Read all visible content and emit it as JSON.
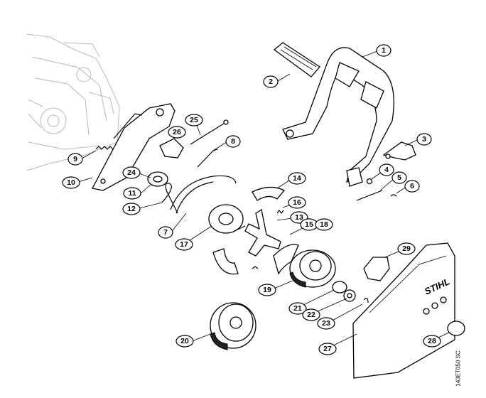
{
  "diagram": {
    "drawing_code": "143ET050 SC",
    "brand": "STIHL",
    "callouts": [
      {
        "id": "c1",
        "label": "1"
      },
      {
        "id": "c2",
        "label": "2"
      },
      {
        "id": "c3",
        "label": "3"
      },
      {
        "id": "c4",
        "label": "4"
      },
      {
        "id": "c5",
        "label": "5"
      },
      {
        "id": "c6",
        "label": "6"
      },
      {
        "id": "c7",
        "label": "7"
      },
      {
        "id": "c8",
        "label": "8"
      },
      {
        "id": "c9",
        "label": "9"
      },
      {
        "id": "c10",
        "label": "10"
      },
      {
        "id": "c11",
        "label": "11"
      },
      {
        "id": "c12",
        "label": "12"
      },
      {
        "id": "c13",
        "label": "13"
      },
      {
        "id": "c14",
        "label": "14"
      },
      {
        "id": "c15",
        "label": "15"
      },
      {
        "id": "c16",
        "label": "16"
      },
      {
        "id": "c17",
        "label": "17"
      },
      {
        "id": "c18",
        "label": "18"
      },
      {
        "id": "c19",
        "label": "19"
      },
      {
        "id": "c20",
        "label": "20"
      },
      {
        "id": "c21",
        "label": "21"
      },
      {
        "id": "c22",
        "label": "22"
      },
      {
        "id": "c23",
        "label": "23"
      },
      {
        "id": "c24",
        "label": "24"
      },
      {
        "id": "c25",
        "label": "25"
      },
      {
        "id": "c27",
        "label": "27"
      },
      {
        "id": "c26",
        "label": "26"
      },
      {
        "id": "c28",
        "label": "28"
      },
      {
        "id": "c29",
        "label": "29"
      }
    ]
  }
}
